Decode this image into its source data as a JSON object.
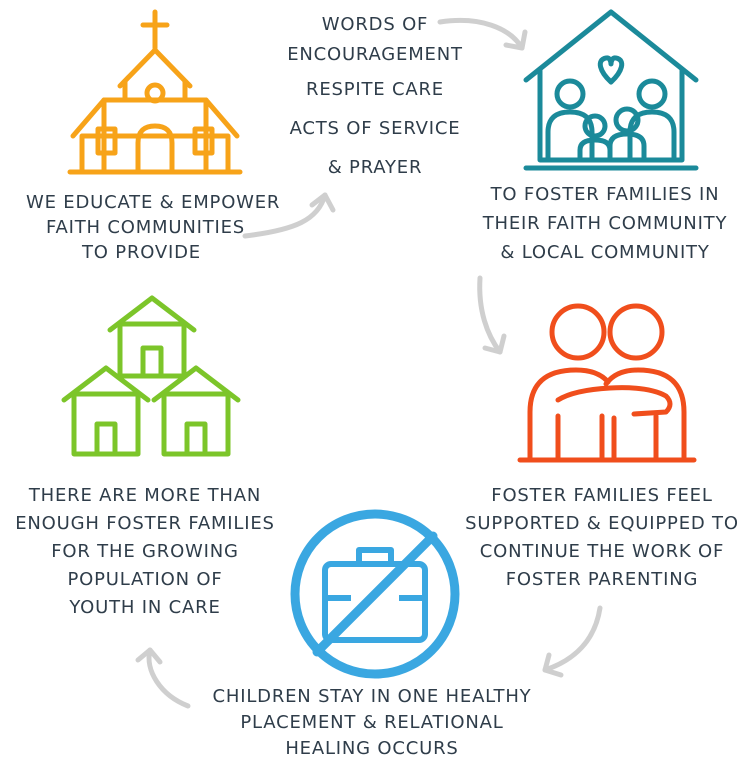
{
  "colors": {
    "church": "#f7a319",
    "home": "#1b8a9a",
    "couple": "#f04e1c",
    "suitcase": "#3aa7e1",
    "houses": "#7cc52a",
    "arrow": "#cfcfcf",
    "text": "#2f3d4a"
  },
  "icons": {
    "church": "church-icon",
    "family_home": "family-home-icon",
    "couple": "hugging-couple-icon",
    "suitcase": "no-suitcase-icon",
    "houses": "three-houses-icon"
  },
  "cycle": {
    "educate": [
      "WE EDUCATE & EMPOWER",
      "FAITH COMMUNITIES",
      "TO PROVIDE"
    ],
    "provide": [
      "WORDS OF",
      "ENCOURAGEMENT",
      "RESPITE CARE",
      "ACTS OF SERVICE",
      "& PRAYER"
    ],
    "to_families": [
      "TO FOSTER FAMILIES IN",
      "THEIR FAITH COMMUNITY",
      "& LOCAL COMMUNITY"
    ],
    "supported": [
      "FOSTER FAMILIES FEEL",
      "SUPPORTED & EQUIPPED TO",
      "CONTINUE THE WORK OF",
      "FOSTER PARENTING"
    ],
    "stay": [
      "CHILDREN STAY IN ONE HEALTHY",
      "PLACEMENT & RELATIONAL",
      "HEALING OCCURS"
    ],
    "enough": [
      "THERE ARE MORE THAN",
      "ENOUGH FOSTER FAMILIES",
      "FOR THE GROWING",
      "POPULATION OF",
      "YOUTH IN CARE"
    ]
  }
}
